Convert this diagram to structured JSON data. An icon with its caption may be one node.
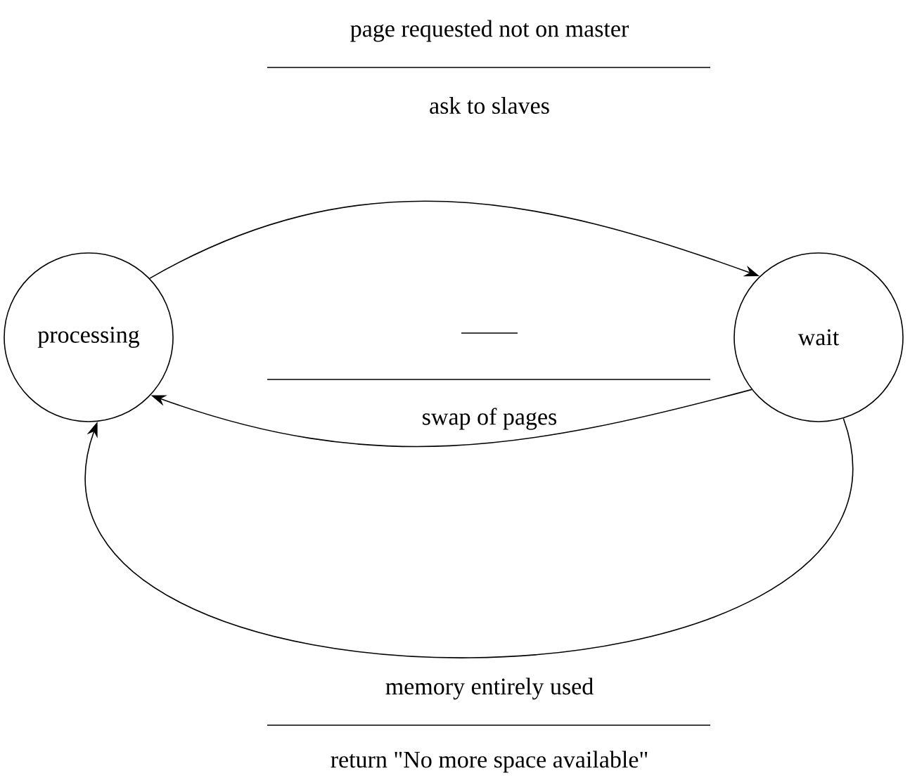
{
  "diagram": {
    "nodes": [
      {
        "text": [
          "processing"
        ]
      },
      {
        "text": [
          "wait"
        ]
      }
    ],
    "edges": [
      {
        "from": 0,
        "to": 1,
        "arrow": "to",
        "label": "ask to slaves"
      },
      {
        "from": 1,
        "to": 0,
        "arrow": "to",
        "label": "swap of pages"
      },
      {
        "from": 1,
        "to": 0,
        "arrow": "to",
        "label": "memory entirely used"
      }
    ],
    "labels": [
      "page requested not on master",
      "return \"No more space available\""
    ]
  }
}
